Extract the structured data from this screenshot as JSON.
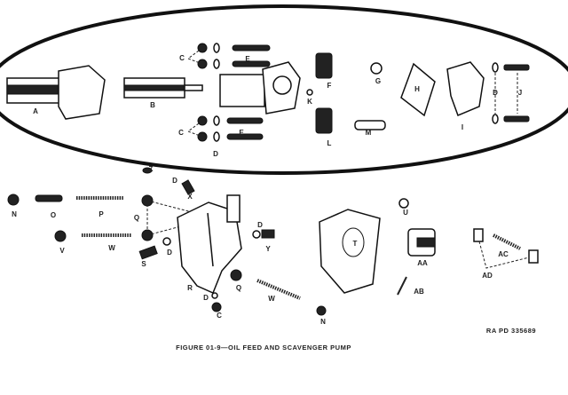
{
  "figure": {
    "caption": "FIGURE 01-9—OIL FEED AND SCAVENGER PUMP",
    "reference": "RA PD 335689"
  },
  "labels": {
    "top": [
      "A",
      "B",
      "C",
      "C",
      "E",
      "E",
      "D",
      "F",
      "G",
      "K",
      "H",
      "L",
      "M",
      "I",
      "D",
      "J"
    ],
    "bottom": [
      "Z",
      "D",
      "X",
      "N",
      "O",
      "P",
      "Q",
      "V",
      "W",
      "D",
      "Y",
      "S",
      "D",
      "R",
      "Q",
      "W",
      "D",
      "C",
      "N",
      "T",
      "U",
      "AA",
      "AB",
      "AC",
      "AD"
    ]
  }
}
